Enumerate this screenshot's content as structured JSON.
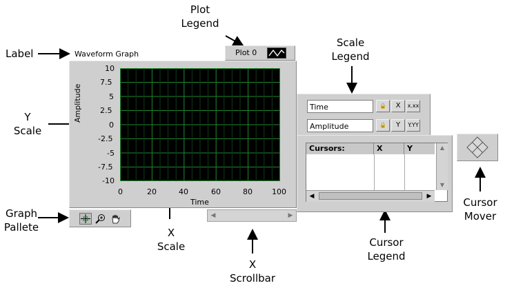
{
  "callouts": {
    "label": "Label",
    "plot_legend": [
      "Plot",
      "Legend"
    ],
    "scale_legend": [
      "Scale",
      "Legend"
    ],
    "y_scale": [
      "Y",
      "Scale"
    ],
    "graph_pallete": [
      "Graph",
      "Pallete"
    ],
    "x_scale": [
      "X",
      "Scale"
    ],
    "x_scrollbar": [
      "X",
      "Scrollbar"
    ],
    "cursor_legend": [
      "Cursor",
      "Legend"
    ],
    "cursor_mover": [
      "Cursor",
      "Mover"
    ]
  },
  "graph": {
    "title": "Waveform Graph",
    "plot_name": "Plot 0",
    "y_axis_label": "Amplitude",
    "x_axis_label": "Time",
    "y_ticks": [
      "10",
      "7.5",
      "5",
      "2.5",
      "0",
      "-2.5",
      "-5",
      "-7.5",
      "-10"
    ],
    "x_ticks": [
      "0",
      "20",
      "40",
      "60",
      "80",
      "100"
    ],
    "plot_bg": "#000000",
    "grid_color": "#1f8a2e"
  },
  "scale_legend": {
    "x_name": "Time",
    "y_name": "Amplitude",
    "x_format_btn": "X",
    "y_format_btn": "Y",
    "x_precision": "x.xx",
    "y_precision": "Y.YY"
  },
  "cursor_legend": {
    "headers": [
      "Cursors:",
      "X",
      "Y"
    ]
  },
  "icons": {
    "lock": "lock-icon",
    "crosshair": "crosshair-icon",
    "zoom": "zoom-icon",
    "hand": "hand-icon",
    "diamond": "cursor-mover-icon"
  }
}
